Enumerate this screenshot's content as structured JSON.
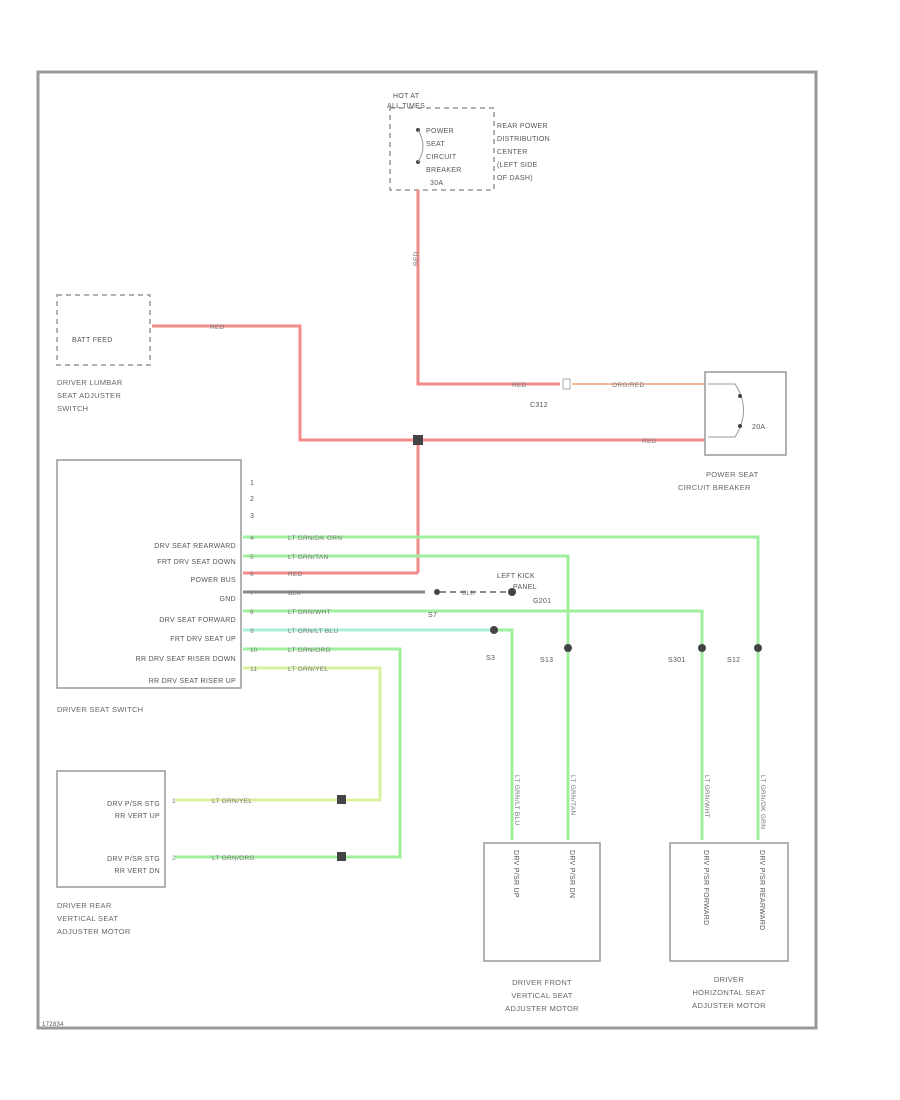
{
  "fuse_block": {
    "hot_label": "HOT AT",
    "hot_label2": "ALL TIMES",
    "fuse_name": [
      "POWER",
      "SEAT",
      "CIRCUIT",
      "BREAKER",
      "30A"
    ],
    "location": [
      "REAR POWER",
      "DISTRIBUTION",
      "CENTER",
      "(LEFT SIDE",
      "OF DASH)"
    ]
  },
  "lumbar_switch": {
    "inner": "BATT FEED",
    "label": [
      "DRIVER LUMBAR",
      "SEAT ADJUSTER",
      "SWITCH"
    ]
  },
  "circuit_breaker": {
    "rating": "20A",
    "label": [
      "POWER SEAT",
      "CIRCUIT BREAKER"
    ]
  },
  "connector_c312": "C312",
  "wire_colors": {
    "red": "RED",
    "org_red": "ORG/RED",
    "blk": "BLK"
  },
  "ground": {
    "label": [
      "LEFT KICK",
      "PANEL",
      "G201"
    ]
  },
  "seat_switch": {
    "label": "DRIVER SEAT SWITCH",
    "pins": [
      {
        "num": "1",
        "name": "",
        "wire": ""
      },
      {
        "num": "2",
        "name": "",
        "wire": ""
      },
      {
        "num": "3",
        "name": "",
        "wire": ""
      },
      {
        "num": "4",
        "name": "DRV SEAT REARWARD",
        "wire": "LT GRN/DK GRN"
      },
      {
        "num": "5",
        "name": "FRT DRV SEAT DOWN",
        "wire": "LT GRN/TAN"
      },
      {
        "num": "6",
        "name": "POWER BUS",
        "wire": "RED"
      },
      {
        "num": "7",
        "name": "GND",
        "wire": "BLK"
      },
      {
        "num": "8",
        "name": "DRV SEAT FORWARD",
        "wire": "LT GRN/WHT"
      },
      {
        "num": "9",
        "name": "FRT DRV SEAT UP",
        "wire": "LT GRN/LT BLU"
      },
      {
        "num": "10",
        "name": "RR DRV SEAT RISER DOWN",
        "wire": "LT GRN/ORG"
      },
      {
        "num": "11",
        "name": "RR DRV SEAT RISER UP",
        "wire": "LT GRN/YEL"
      }
    ]
  },
  "splices": {
    "s7": "S7",
    "s3": "S3",
    "s13": "S13",
    "s301": "S301",
    "s12": "S12"
  },
  "rear_motor": {
    "pins": [
      {
        "num": "1",
        "name": [
          "DRV P/SR STG",
          "RR VERT UP"
        ],
        "wire": "LT GRN/YEL"
      },
      {
        "num": "2",
        "name": [
          "DRV P/SR STG",
          "RR VERT DN"
        ],
        "wire": "LT GRN/ORG"
      }
    ],
    "label": [
      "DRIVER REAR",
      "VERTICAL SEAT",
      "ADJUSTER MOTOR"
    ]
  },
  "front_motor": {
    "wires": [
      "LT GRN/LT BLU",
      "LT GRN/TAN"
    ],
    "pins": [
      "DRV P/SR UP",
      "DRV P/SR DN"
    ],
    "label": [
      "DRIVER FRONT",
      "VERTICAL SEAT",
      "ADJUSTER MOTOR"
    ]
  },
  "horiz_motor": {
    "wires": [
      "LT GRN/WHT",
      "LT GRN/DK GRN"
    ],
    "pins": [
      "DRV P/SR FORWARD",
      "DRV P/SR REARWARD"
    ],
    "label": [
      "DRIVER",
      "HORIZONTAL SEAT",
      "ADJUSTER MOTOR"
    ]
  },
  "figure_id": "172834"
}
